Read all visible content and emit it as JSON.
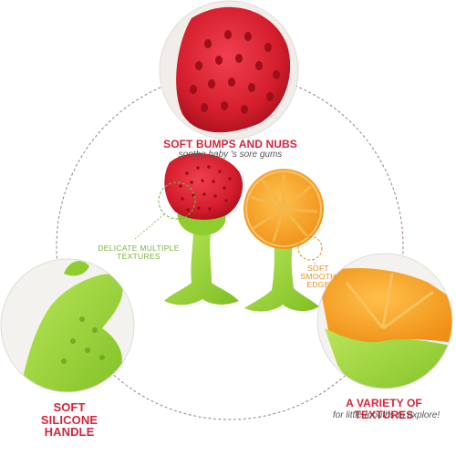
{
  "labels": {
    "top_title": "SOFT BUMPS AND NUBS",
    "top_sub": "soothe baby 's sore gums",
    "left_callout": "DELICATE MULTIPLE TEXTURES",
    "right_callout": "SOFT SMOOTH EDGE",
    "bottom_left_title": "SOFT SILICONE HANDLE",
    "bottom_right_title": "A VARIETY OF TEXTURES",
    "bottom_right_sub": "for little mouths to explore!"
  },
  "colors": {
    "strawberry_red": "#d81f2b",
    "orange_fruit": "#f5a028",
    "handle_green": "#9bd33a",
    "title_red": "#d5253b",
    "callout_green": "#74b63b",
    "callout_orange": "#e88a1d",
    "dashed_circle": "#9a7f86"
  }
}
